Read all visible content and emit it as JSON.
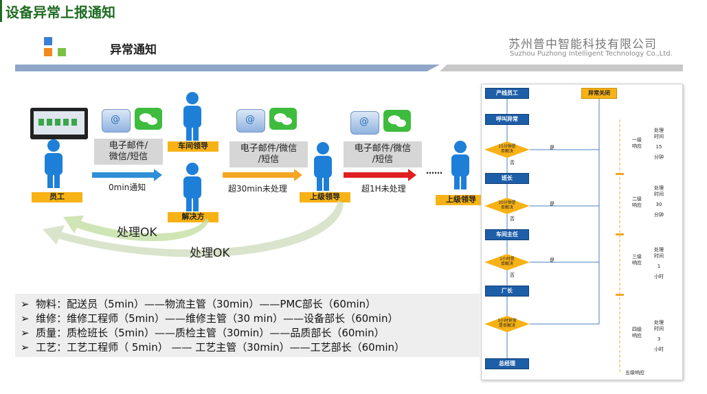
{
  "header": {
    "page_title": "设备异常上报通知",
    "section_title": "异常通知",
    "company_cn": "苏州普中智能科技有限公司",
    "company_en": "Suzhou Puzhong Intelligent Technology Co.,Ltd."
  },
  "flow": {
    "employee": "员工",
    "workshop_leader": "车间领导",
    "resolver": "解决方",
    "superior1": "上级领导",
    "superior2": "上级领导",
    "channel_label": "电子邮件/微信/短信",
    "channel_line1": "电子邮件/",
    "channel_line2": "微信/短信",
    "channel2_line1": "电子邮件/微信",
    "channel2_line2": "/短信",
    "t0": "0min通知",
    "t1": "超30min未处理",
    "t2": "超1H未处理",
    "dots": "……",
    "ok1": "处理OK",
    "ok2": "处理OK"
  },
  "bullets": [
    "物料：配送员（5min）——物流主管（30min）——PMC部长（60min）",
    "维修：维修工程师（5min）——维修主管（30 min）——设备部长（60min）",
    "质量：质检班长（5min）——质检主管（30min）——品质部长（60min）",
    "工艺：工艺工程师（ 5min） —— 工艺主管（30min）——工艺部长（60min）"
  ],
  "flowchart": {
    "n1": "产线员工",
    "n2": "呼叫异常",
    "d1_a": "15分钟是",
    "d1_b": "否解决",
    "n3": "班长",
    "d2_a": "30分钟是",
    "d2_b": "否解决",
    "n4": "车间主任",
    "d3_a": "1小时是",
    "d3_b": "否解决",
    "n5": "厂长",
    "d4_a": "3小时异常",
    "d4_b": "是否解决",
    "n6": "总经理",
    "close": "异常关闭",
    "yes": "是",
    "no": "否",
    "levels": [
      {
        "name": "一级响应",
        "t1": "处理",
        "t2": "时间",
        "val": "15",
        "unit": "分钟"
      },
      {
        "name": "二级响应",
        "t1": "处理",
        "t2": "时间",
        "val": "30",
        "unit": "分钟"
      },
      {
        "name": "三级响应",
        "t1": "处理",
        "t2": "时间",
        "val": "1",
        "unit": "小时"
      },
      {
        "name": "四级响应",
        "t1": "处理",
        "t2": "时间",
        "val": "3",
        "unit": "小时"
      }
    ],
    "level5": "五级响应"
  },
  "colors": {
    "title_green": "#1f6b22",
    "label_orange": "#f7b216",
    "arrow_blue": "#2f8fd6",
    "arrow_orange": "#f5a623",
    "arrow_red": "#e02020",
    "box_blue": "#1d5ea8"
  }
}
